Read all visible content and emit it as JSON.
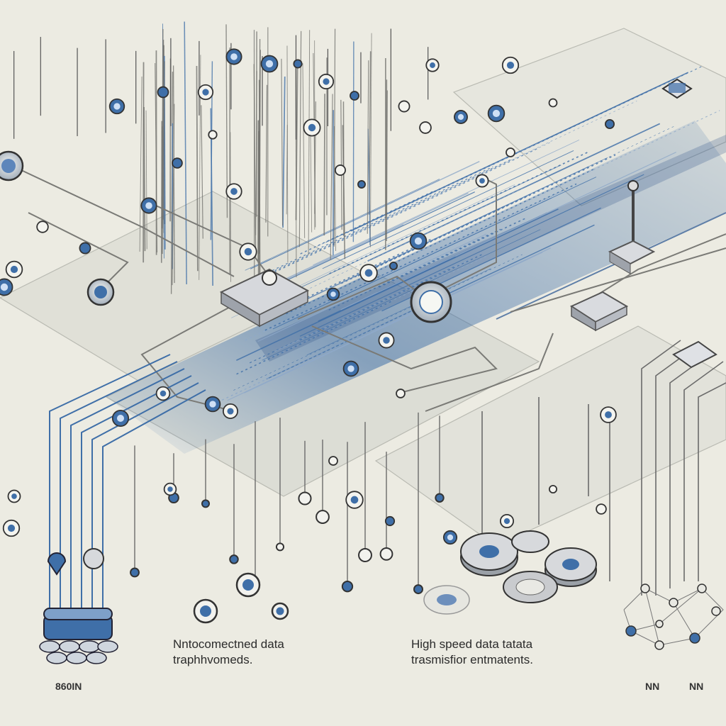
{
  "captions": {
    "left": {
      "line1": "Nntocomectned data",
      "line2": "traphhvomeds."
    },
    "right": {
      "line1": "High speed data tatata",
      "line2": "trasmisfior entmatents."
    }
  },
  "labels": {
    "bottom_left": "860IN",
    "bottom_right_a": "NN",
    "bottom_right_b": "NN"
  },
  "colors": {
    "background": "#ecebe2",
    "accent_blue": "#3f6fa8",
    "deep_blue": "#2c4f86",
    "line_gray": "#6b6b6b",
    "ink": "#2b2b2b"
  }
}
